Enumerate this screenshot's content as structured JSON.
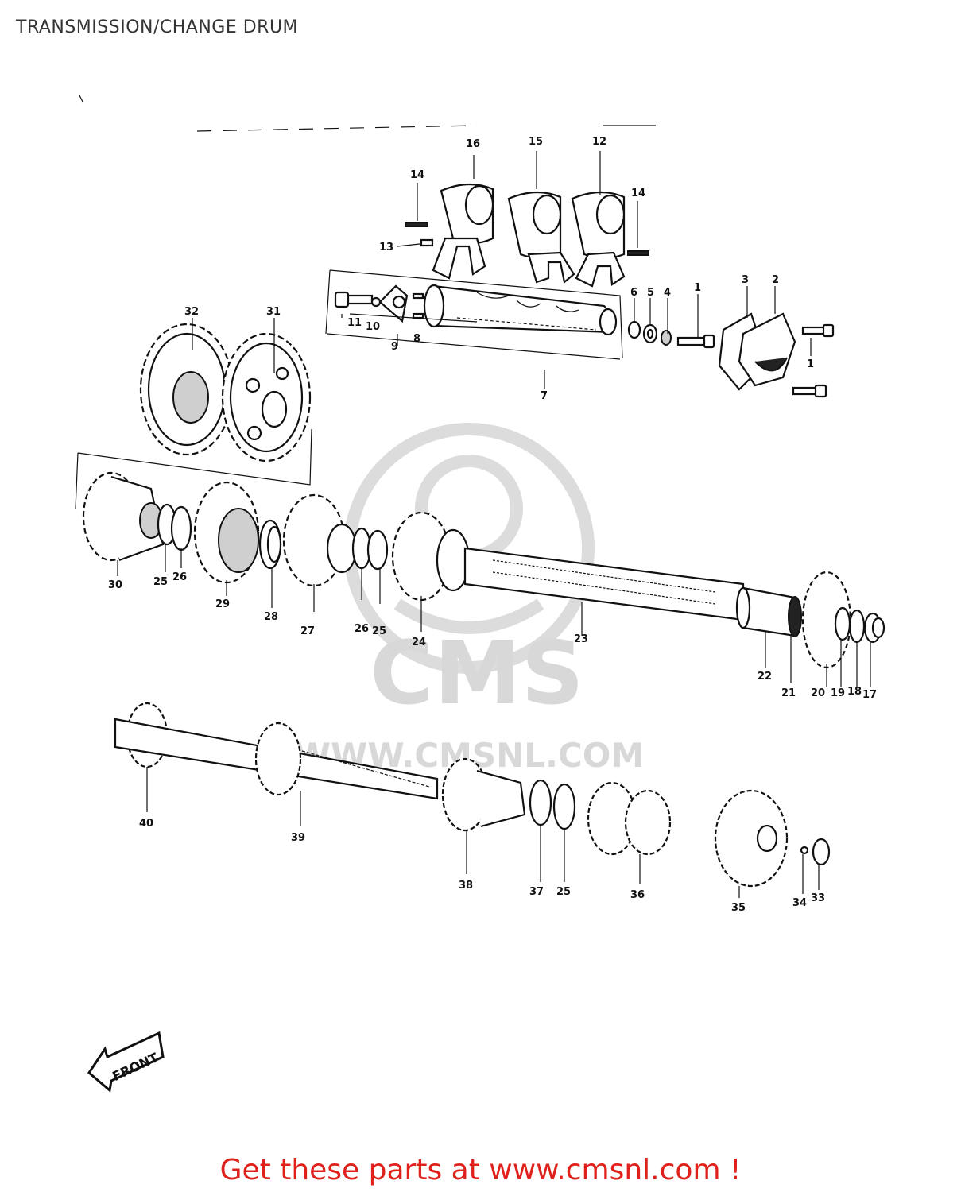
{
  "header": {
    "title": "TRANSMISSION/CHANGE DRUM"
  },
  "watermark": {
    "brand": "CMS",
    "url": "WWW.CMSNL.COM"
  },
  "front_label": "FRONT",
  "footer": {
    "cta": "Get these parts at www.cmsnl.com !"
  },
  "colors": {
    "cta": "#e0201b",
    "line": "#111111",
    "watermark": "#dcdcdc"
  },
  "callouts": {
    "c1a": "1",
    "c1b": "1",
    "c2": "2",
    "c3": "3",
    "c4": "4",
    "c5": "5",
    "c6": "6",
    "c7": "7",
    "c8": "8",
    "c9": "9",
    "c10": "10",
    "c11": "11",
    "c12": "12",
    "c13": "13",
    "c14a": "14",
    "c14b": "14",
    "c15": "15",
    "c16": "16",
    "c17": "17",
    "c18": "18",
    "c19": "19",
    "c20": "20",
    "c21": "21",
    "c22": "22",
    "c23": "23",
    "c24": "24",
    "c25a": "25",
    "c25b": "25",
    "c25c": "25",
    "c26a": "26",
    "c26b": "26",
    "c27": "27",
    "c28": "28",
    "c29": "29",
    "c30": "30",
    "c31": "31",
    "c32": "32",
    "c33": "33",
    "c34": "34",
    "c35": "35",
    "c36": "36",
    "c37": "37",
    "c38": "38",
    "c39": "39",
    "c40": "40"
  }
}
